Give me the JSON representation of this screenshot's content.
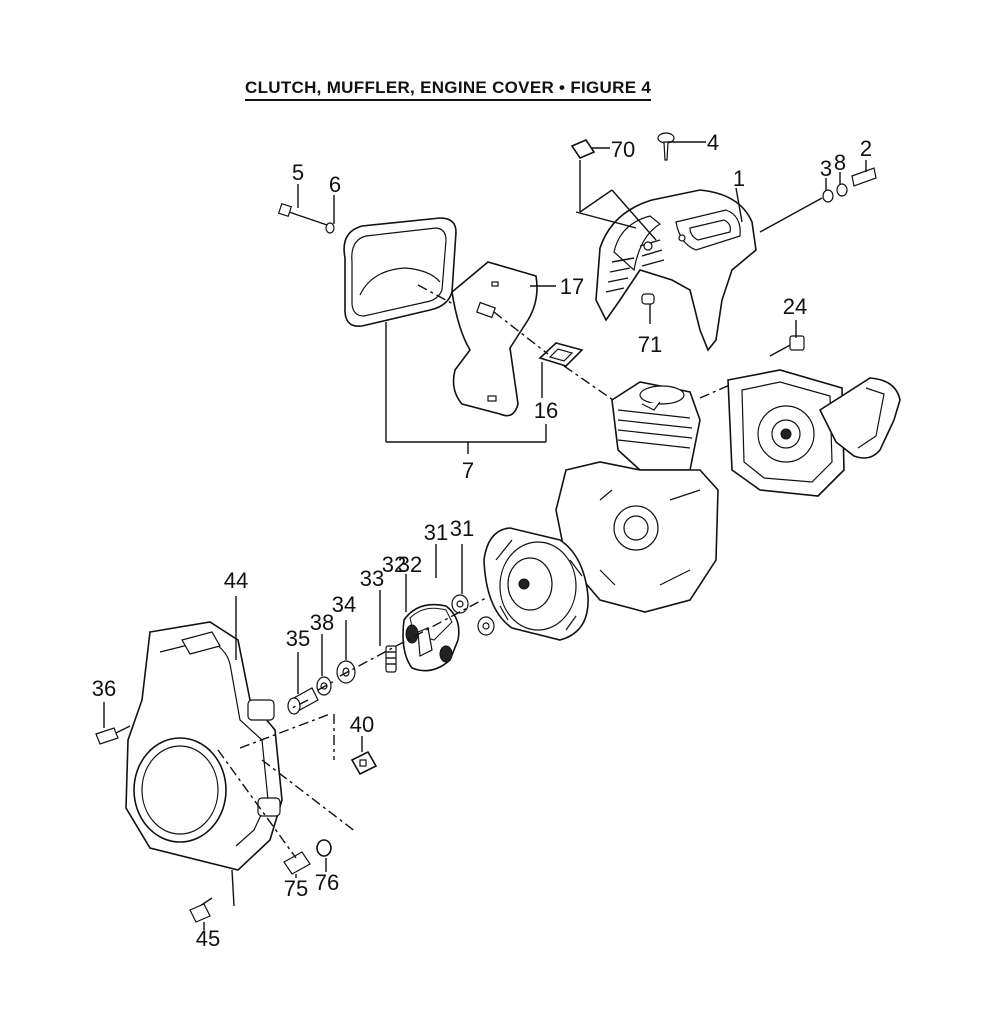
{
  "title": "CLUTCH, MUFFLER, ENGINE COVER • FIGURE 4",
  "labels": {
    "p1": "1",
    "p2": "2",
    "p3": "3",
    "p4": "4",
    "p5": "5",
    "p6": "6",
    "p7": "7",
    "p8": "8",
    "p16": "16",
    "p17": "17",
    "p24": "24",
    "p31a": "31",
    "p31b": "31",
    "p32a": "32",
    "p32b": "32",
    "p33": "33",
    "p34": "34",
    "p35": "35",
    "p36": "36",
    "p38": "38",
    "p40": "40",
    "p44": "44",
    "p45": "45",
    "p70": "70",
    "p71": "71",
    "p75": "75",
    "p76": "76"
  }
}
